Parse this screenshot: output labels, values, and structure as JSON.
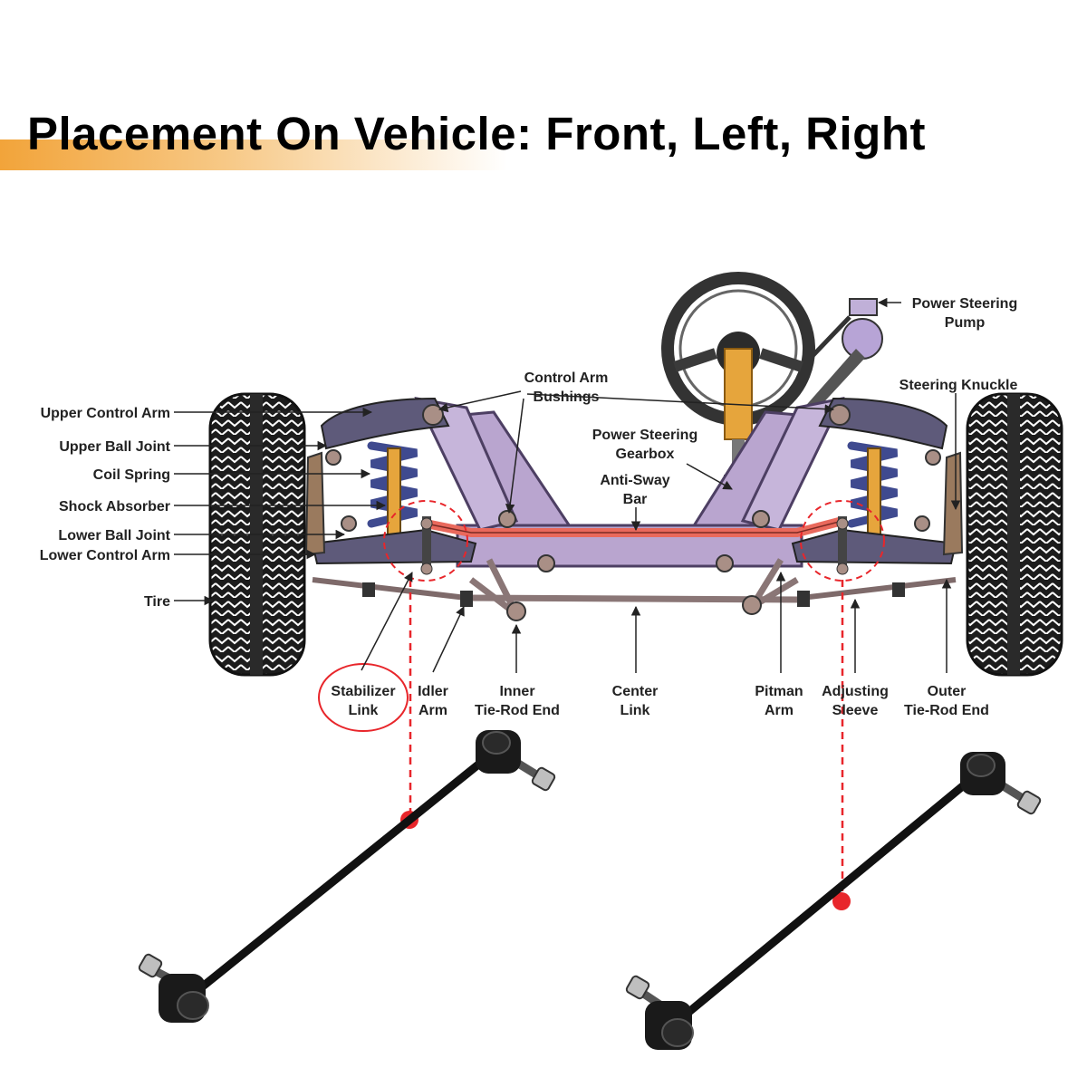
{
  "title": "Placement On Vehicle: Front, Left, Right",
  "labels": {
    "upper_control_arm": "Upper Control Arm",
    "upper_ball_joint": "Upper Ball Joint",
    "coil_spring": "Coil Spring",
    "shock_absorber": "Shock Absorber",
    "lower_ball_joint": "Lower Ball Joint",
    "lower_control_arm": "Lower Control Arm",
    "tire": "Tire",
    "control_arm_bushings_1": "Control Arm",
    "control_arm_bushings_2": "Bushings",
    "power_steering_gearbox_1": "Power Steering",
    "power_steering_gearbox_2": "Gearbox",
    "anti_sway_bar_1": "Anti-Sway",
    "anti_sway_bar_2": "Bar",
    "power_steering_pump_1": "Power Steering",
    "power_steering_pump_2": "Pump",
    "steering_knuckle": "Steering Knuckle",
    "stabilizer_link_1": "Stabilizer",
    "stabilizer_link_2": "Link",
    "idler_arm_1": "Idler",
    "idler_arm_2": "Arm",
    "inner_tie_rod_1": "Inner",
    "inner_tie_rod_2": "Tie-Rod End",
    "center_link_1": "Center",
    "center_link_2": "Link",
    "pitman_arm_1": "Pitman",
    "pitman_arm_2": "Arm",
    "adjusting_sleeve_1": "Adjusting",
    "adjusting_sleeve_2": "Sleeve",
    "outer_tie_rod_1": "Outer",
    "outer_tie_rod_2": "Tie-Rod End"
  },
  "colors": {
    "highlight": "#e8262b",
    "frame": "#b9a5cf",
    "arm": "#5e5a7a",
    "spring": "#3f4a8f",
    "sway_bar": "#e9695c",
    "shock": "#e6a53c",
    "title_accent": "#f2a43a"
  }
}
